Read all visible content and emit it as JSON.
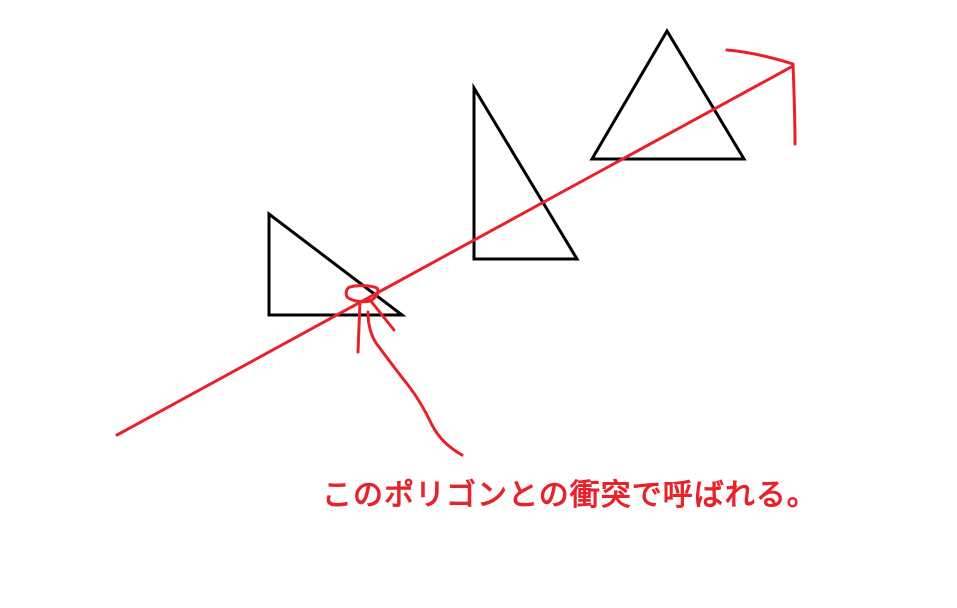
{
  "caption": "このポリゴンとの衝突で呼ばれる。",
  "colors": {
    "background": "#ffffff",
    "shape_stroke": "#000000",
    "annotation": "#e8222a"
  },
  "shapes": [
    "triangle",
    "triangle",
    "triangle"
  ],
  "annotations": [
    "ray-arrow",
    "hit-marker",
    "pointer-arrow"
  ]
}
